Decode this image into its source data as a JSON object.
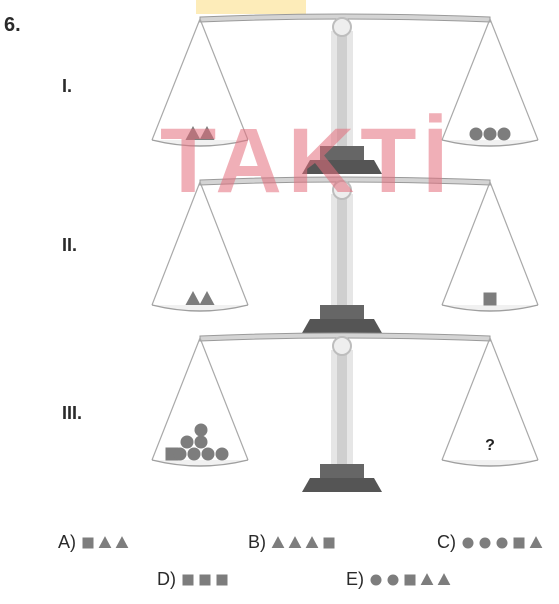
{
  "question_number": "6.",
  "watermark": "TAKTİ",
  "colors": {
    "shape": "#7d7d7d",
    "string": "#a9a9a9",
    "beam": "#d4d4d4",
    "base": "#666666",
    "watermark": "#e36e7c",
    "highlight": "#fde7a8"
  },
  "balances": [
    {
      "label": "I.",
      "left": [
        "triangle",
        "triangle"
      ],
      "right": [
        "circle",
        "circle",
        "circle"
      ]
    },
    {
      "label": "II.",
      "left": [
        "triangle",
        "triangle"
      ],
      "right": [
        "square"
      ]
    },
    {
      "label": "III.",
      "left": [
        "square",
        "circle",
        "circle",
        "circle",
        "circle",
        "circle",
        "circle",
        "circle"
      ],
      "right_text": "?"
    }
  ],
  "options": [
    {
      "letter": "A)",
      "shapes": [
        "square",
        "triangle",
        "triangle"
      ]
    },
    {
      "letter": "B)",
      "shapes": [
        "triangle",
        "triangle",
        "triangle",
        "square"
      ]
    },
    {
      "letter": "C)",
      "shapes": [
        "circle",
        "circle",
        "circle",
        "square",
        "triangle"
      ]
    },
    {
      "letter": "D)",
      "shapes": [
        "square",
        "square",
        "square"
      ]
    },
    {
      "letter": "E)",
      "shapes": [
        "circle",
        "circle",
        "square",
        "triangle",
        "triangle"
      ]
    }
  ]
}
